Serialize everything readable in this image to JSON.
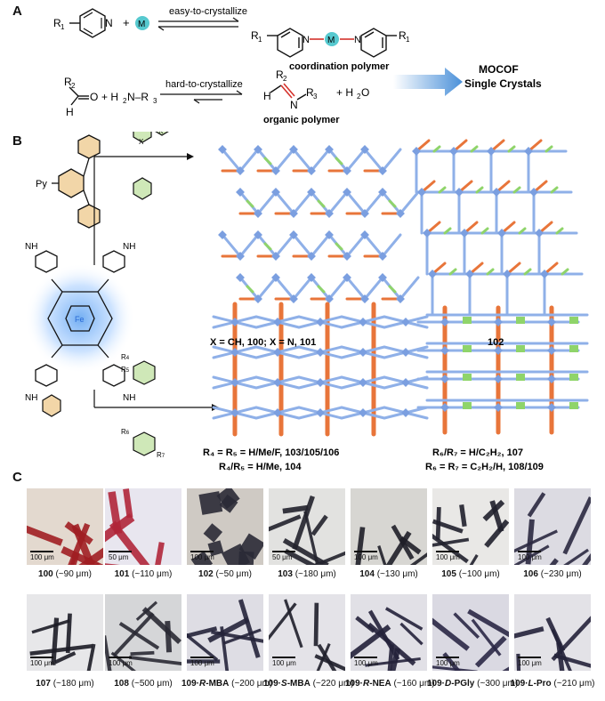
{
  "panel_a": {
    "letter": "A",
    "r1_left": "R",
    "sub1": "1",
    "plus1": "+",
    "metal": "M",
    "easy": "easy-to-crystallize",
    "coord_poly": "coordination polymer",
    "r2": "R",
    "sub2": "2",
    "amine": "+ H",
    "amine_rest": "N–R",
    "sub3": "3",
    "hard": "hard-to-crystallize",
    "organic_poly": "organic polymer",
    "water": "+ H",
    "water_o": "O",
    "h_ald": "H",
    "o_ald": "O",
    "mocof_line1": "MOCOF",
    "mocof_line2": "Single Crystals"
  },
  "panel_b": {
    "letter": "B",
    "py": "Py",
    "nh2": "NH",
    "fe": "Fe",
    "x_label": "X",
    "label_100": "X = CH, 100; X = N, 101",
    "label_102": "102",
    "label_103": "R₄ = R₅ = H/Me/F, 103/105/106",
    "label_104": "R₄/R₅ = H/Me, 104",
    "label_107": "R₆/R₇ = H/C₂H₂, 107",
    "label_108": "R₆ = R₇ = C₂H₂/H, 108/109",
    "r4": "R4",
    "r5": "R5",
    "r6": "R6",
    "r7": "R7"
  },
  "panel_c": {
    "letter": "C",
    "photos": [
      {
        "id": "100",
        "suffix": " (~90 μm)",
        "scale": "100 μm",
        "bg": "#e3d9cf",
        "crystal": "#a01e22"
      },
      {
        "id": "101",
        "suffix": " (~110 μm)",
        "scale": "50 μm",
        "bg": "#e8e6ef",
        "crystal": "#b0263a"
      },
      {
        "id": "102",
        "suffix": " (~50 μm)",
        "scale": "100 μm",
        "bg": "#cfcac4",
        "crystal": "#2a2a36"
      },
      {
        "id": "103",
        "suffix": " (~180 μm)",
        "scale": "50 μm",
        "bg": "#e2e2e0",
        "crystal": "#22222c"
      },
      {
        "id": "104",
        "suffix": " (~130 μm)",
        "scale": "100 μm",
        "bg": "#d7d6d2",
        "crystal": "#1f1f28"
      },
      {
        "id": "105",
        "suffix": " (~100 μm)",
        "scale": "100 μm",
        "bg": "#e9e8e6",
        "crystal": "#20202c"
      },
      {
        "id": "106",
        "suffix": " (~230 μm)",
        "scale": "100 μm",
        "bg": "#dcdbe2",
        "crystal": "#2a2840"
      },
      {
        "id": "107",
        "suffix": " (~180 μm)",
        "scale": "100 μm",
        "bg": "#e7e7e9",
        "crystal": "#1c1c26"
      },
      {
        "id": "108",
        "suffix": " (~500 μm)",
        "scale": "100 μm",
        "bg": "#d5d6d8",
        "crystal": "#2a2a34"
      },
      {
        "id": "109·",
        "italic": "R",
        "tail": "-MBA (~200 μm)",
        "scale": "100 μm",
        "bg": "#dedde4",
        "crystal": "#25233a"
      },
      {
        "id": "109·",
        "italic": "S",
        "tail": "-MBA (~220 μm)",
        "scale": "100 μm",
        "bg": "#e4e3e8",
        "crystal": "#1e1e2a"
      },
      {
        "id": "109·",
        "italic": "R",
        "tail": "-NEA (~160 μm)",
        "scale": "100 μm",
        "bg": "#e1e0e6",
        "crystal": "#23213a"
      },
      {
        "id": "109·",
        "italic": "D",
        "tail": "-PGly (~300 μm)",
        "scale": "100 μm",
        "bg": "#dad9e2",
        "crystal": "#2a2746"
      },
      {
        "id": "109·",
        "italic": "L",
        "tail": "-Pro (~210 μm)",
        "scale": "100 μm",
        "bg": "#e3e2e7",
        "crystal": "#24223a"
      }
    ]
  },
  "colors": {
    "blue_linker": "#8fb0e8",
    "orange_linker": "#e8753a",
    "green_linker": "#8fd46a",
    "node": "#7b9fe0",
    "arrow_blue": "#4a90d9",
    "metal": "#56c9cf"
  }
}
